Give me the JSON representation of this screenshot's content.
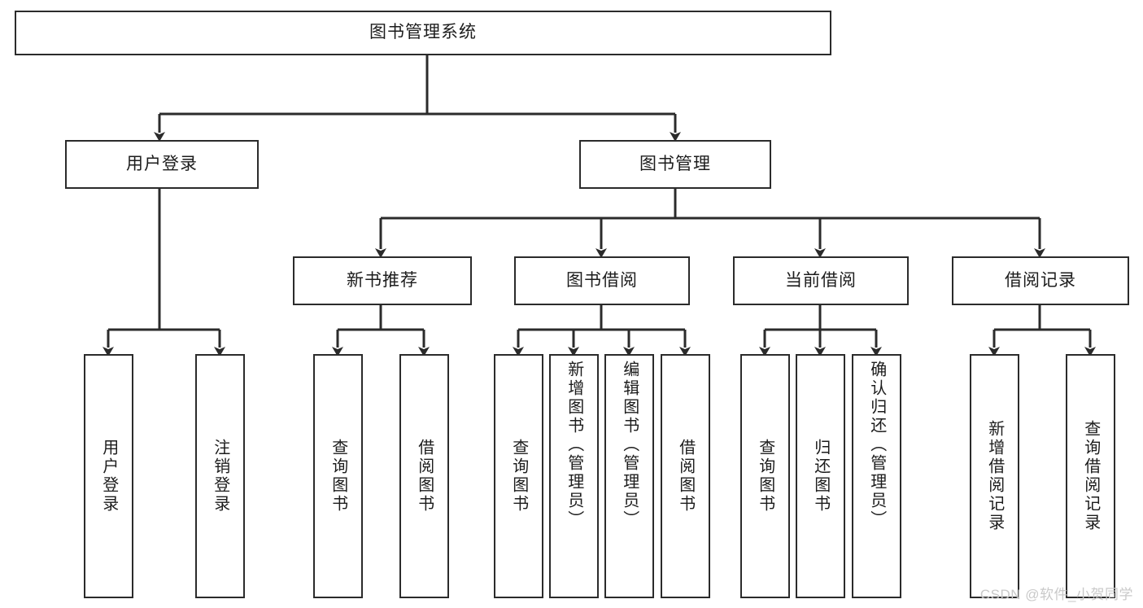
{
  "diagram": {
    "type": "tree",
    "title": "图书管理系统",
    "watermark": "CSDN @软件_小贺同学",
    "colors": {
      "node_border": "#2b2b2b",
      "node_fill": "#ffffff",
      "edge": "#2b2b2b",
      "text": "#1c1c1c",
      "watermark": "#c9c9c9"
    },
    "root": {
      "label": "图书管理系统"
    },
    "level2": [
      {
        "label": "用户登录"
      },
      {
        "label": "图书管理"
      }
    ],
    "level3": [
      {
        "label": "新书推荐"
      },
      {
        "label": "图书借阅"
      },
      {
        "label": "当前借阅"
      },
      {
        "label": "借阅记录"
      }
    ],
    "leaves": {
      "user_login": [
        {
          "label": "用户登录"
        },
        {
          "label": "注销登录"
        }
      ],
      "new_book": [
        {
          "label": "查询图书"
        },
        {
          "label": "借阅图书"
        }
      ],
      "borrow": [
        {
          "label": "查询图书"
        },
        {
          "label": "新增图书（管理员）"
        },
        {
          "label": "编辑图书（管理员）"
        },
        {
          "label": "借阅图书"
        }
      ],
      "current": [
        {
          "label": "查询图书"
        },
        {
          "label": "归还图书"
        },
        {
          "label": "确认归还（管理员）"
        }
      ],
      "records": [
        {
          "label": "新增借阅记录"
        },
        {
          "label": "查询借阅记录"
        }
      ]
    }
  }
}
